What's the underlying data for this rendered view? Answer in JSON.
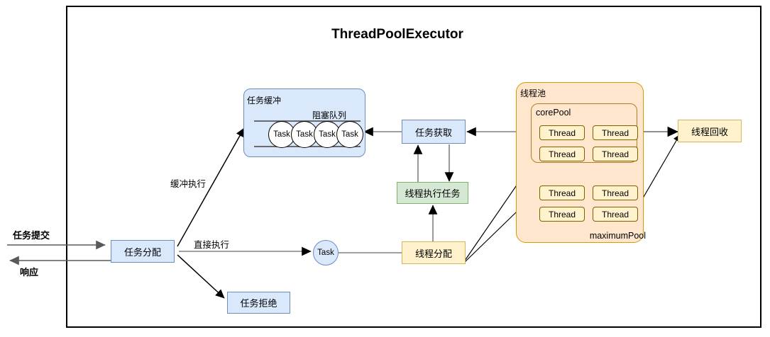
{
  "diagram": {
    "title": "ThreadPoolExecutor",
    "frame_name": "outer-frame"
  },
  "io_labels": {
    "submit": "任务提交",
    "response": "响应"
  },
  "nodes": {
    "dispatch": "任务分配",
    "reject": "任务拒绝",
    "task_circle": "Task",
    "buffer_box_title": "任务缓冲",
    "queue_title": "阻塞队列",
    "queue_tasks": [
      "Task",
      "Task",
      "Task",
      "Task"
    ],
    "fetch_task": "任务获取",
    "thread_exec": "线程执行任务",
    "thread_dispatch": "线程分配",
    "thread_recycle": "线程回收",
    "pool_title": "线程池",
    "core_pool_title": "corePool",
    "maximum_pool_title": "maximumPool",
    "core_threads": [
      "Thread",
      "Thread",
      "Thread",
      "Thread"
    ],
    "max_threads": [
      "Thread",
      "Thread",
      "Thread",
      "Thread"
    ]
  },
  "edge_labels": {
    "buffered_exec": "缓冲执行",
    "direct_exec": "直接执行"
  },
  "colors": {
    "blue_fill": "#dae8fc",
    "blue_stroke": "#6c8ebf",
    "green_fill": "#d5e8d4",
    "green_stroke": "#82b366",
    "orange_fill": "#fff2cc",
    "orange_stroke": "#d6b656",
    "pool_fill": "#ffe6cc",
    "pool_stroke": "#d79b00",
    "edge_stroke": "#808080",
    "arrow_black": "#000000",
    "frame_stroke": "#000000"
  }
}
